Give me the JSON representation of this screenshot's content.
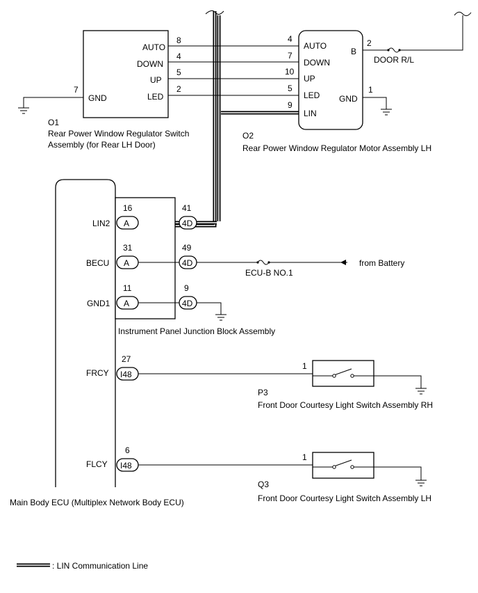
{
  "o1": {
    "code": "O1",
    "name_line1": "Rear Power Window Regulator Switch",
    "name_line2": "Assembly (for Rear LH Door)",
    "pins": [
      {
        "label": "AUTO",
        "num": "8"
      },
      {
        "label": "DOWN",
        "num": "4"
      },
      {
        "label": "UP",
        "num": "5"
      },
      {
        "label": "LED",
        "num": "2"
      }
    ],
    "gnd_label": "GND",
    "gnd_num": "7"
  },
  "o2": {
    "code": "O2",
    "name": "Rear Power Window Regulator Motor Assembly LH",
    "pins": [
      {
        "label": "AUTO",
        "num": "4"
      },
      {
        "label": "DOWN",
        "num": "7"
      },
      {
        "label": "UP",
        "num": "10"
      },
      {
        "label": "LED",
        "num": "5"
      },
      {
        "label": "LIN",
        "num": "9"
      }
    ],
    "b_label": "B",
    "b_num": "2",
    "gnd_label": "GND",
    "gnd_num": "1",
    "fuse_label": "DOOR R/L"
  },
  "junction": {
    "name": "Instrument Panel Junction Block Assembly",
    "rows": [
      {
        "signal": "LIN2",
        "left_num": "16",
        "left_conn": "A",
        "right_num": "41",
        "right_conn": "4D"
      },
      {
        "signal": "BECU",
        "left_num": "31",
        "left_conn": "A",
        "right_num": "49",
        "right_conn": "4D"
      },
      {
        "signal": "GND1",
        "left_num": "11",
        "left_conn": "A",
        "right_num": "9",
        "right_conn": "4D"
      }
    ],
    "fuse_label": "ECU-B NO.1",
    "battery_label": "from Battery"
  },
  "ecu": {
    "name": "Main Body ECU (Multiplex Network Body ECU)",
    "frcy": {
      "signal": "FRCY",
      "num": "27",
      "conn": "I48"
    },
    "flcy": {
      "signal": "FLCY",
      "num": "6",
      "conn": "I48"
    }
  },
  "p3": {
    "code": "P3",
    "name": "Front Door Courtesy Light Switch Assembly RH",
    "pin": "1"
  },
  "q3": {
    "code": "Q3",
    "name": "Front Door Courtesy Light Switch Assembly LH",
    "pin": "1"
  },
  "legend": {
    "label": ": LIN Communication Line"
  }
}
